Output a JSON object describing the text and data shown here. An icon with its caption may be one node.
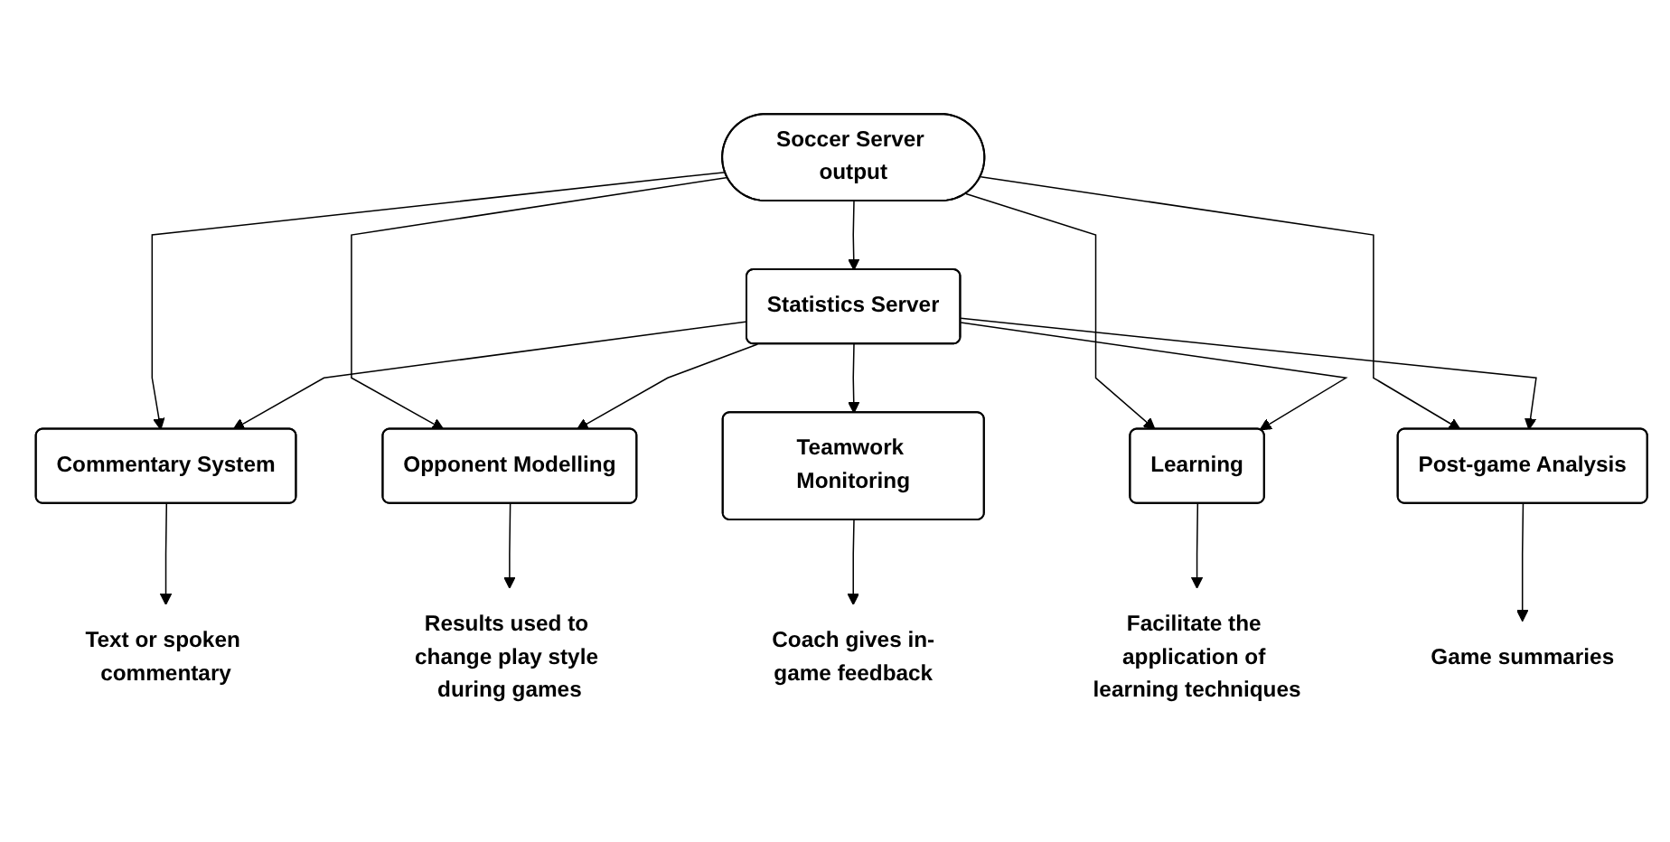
{
  "diagram": {
    "nodes": [
      {
        "text": [
          "Soccer Server output"
        ]
      },
      {
        "text": [
          "Statistics Server"
        ]
      },
      {
        "text": [
          "Commentary System"
        ]
      },
      {
        "text": [
          "Opponent Modelling"
        ]
      },
      {
        "text": [
          "Teamwork Monitoring"
        ]
      },
      {
        "text": [
          "Learning"
        ]
      },
      {
        "text": [
          "Post-game Analysis"
        ]
      },
      {
        "text": [
          "Text or spoken commentary"
        ]
      },
      {
        "text": [
          "Results used to change play style during games"
        ]
      },
      {
        "text": [
          "Coach gives in-game feedback"
        ]
      },
      {
        "text": [
          "Facilitate the application of learning techniques"
        ]
      },
      {
        "text": [
          "Game summaries"
        ]
      }
    ],
    "edges": [
      {
        "from": 0,
        "to": 1,
        "arrow": "to"
      },
      {
        "from": 0,
        "to": 2,
        "arrow": "to"
      },
      {
        "from": 0,
        "to": 3,
        "arrow": "to"
      },
      {
        "from": 0,
        "to": 5,
        "arrow": "to"
      },
      {
        "from": 0,
        "to": 6,
        "arrow": "to"
      },
      {
        "from": 1,
        "to": 2,
        "arrow": "to"
      },
      {
        "from": 1,
        "to": 3,
        "arrow": "to"
      },
      {
        "from": 1,
        "to": 4,
        "arrow": "to"
      },
      {
        "from": 1,
        "to": 5,
        "arrow": "to"
      },
      {
        "from": 1,
        "to": 6,
        "arrow": "to"
      },
      {
        "from": 2,
        "to": 7,
        "arrow": "to"
      },
      {
        "from": 3,
        "to": 8,
        "arrow": "to"
      },
      {
        "from": 4,
        "to": 9,
        "arrow": "to"
      },
      {
        "from": 5,
        "to": 10,
        "arrow": "to"
      },
      {
        "from": 6,
        "to": 11,
        "arrow": "to"
      }
    ]
  }
}
